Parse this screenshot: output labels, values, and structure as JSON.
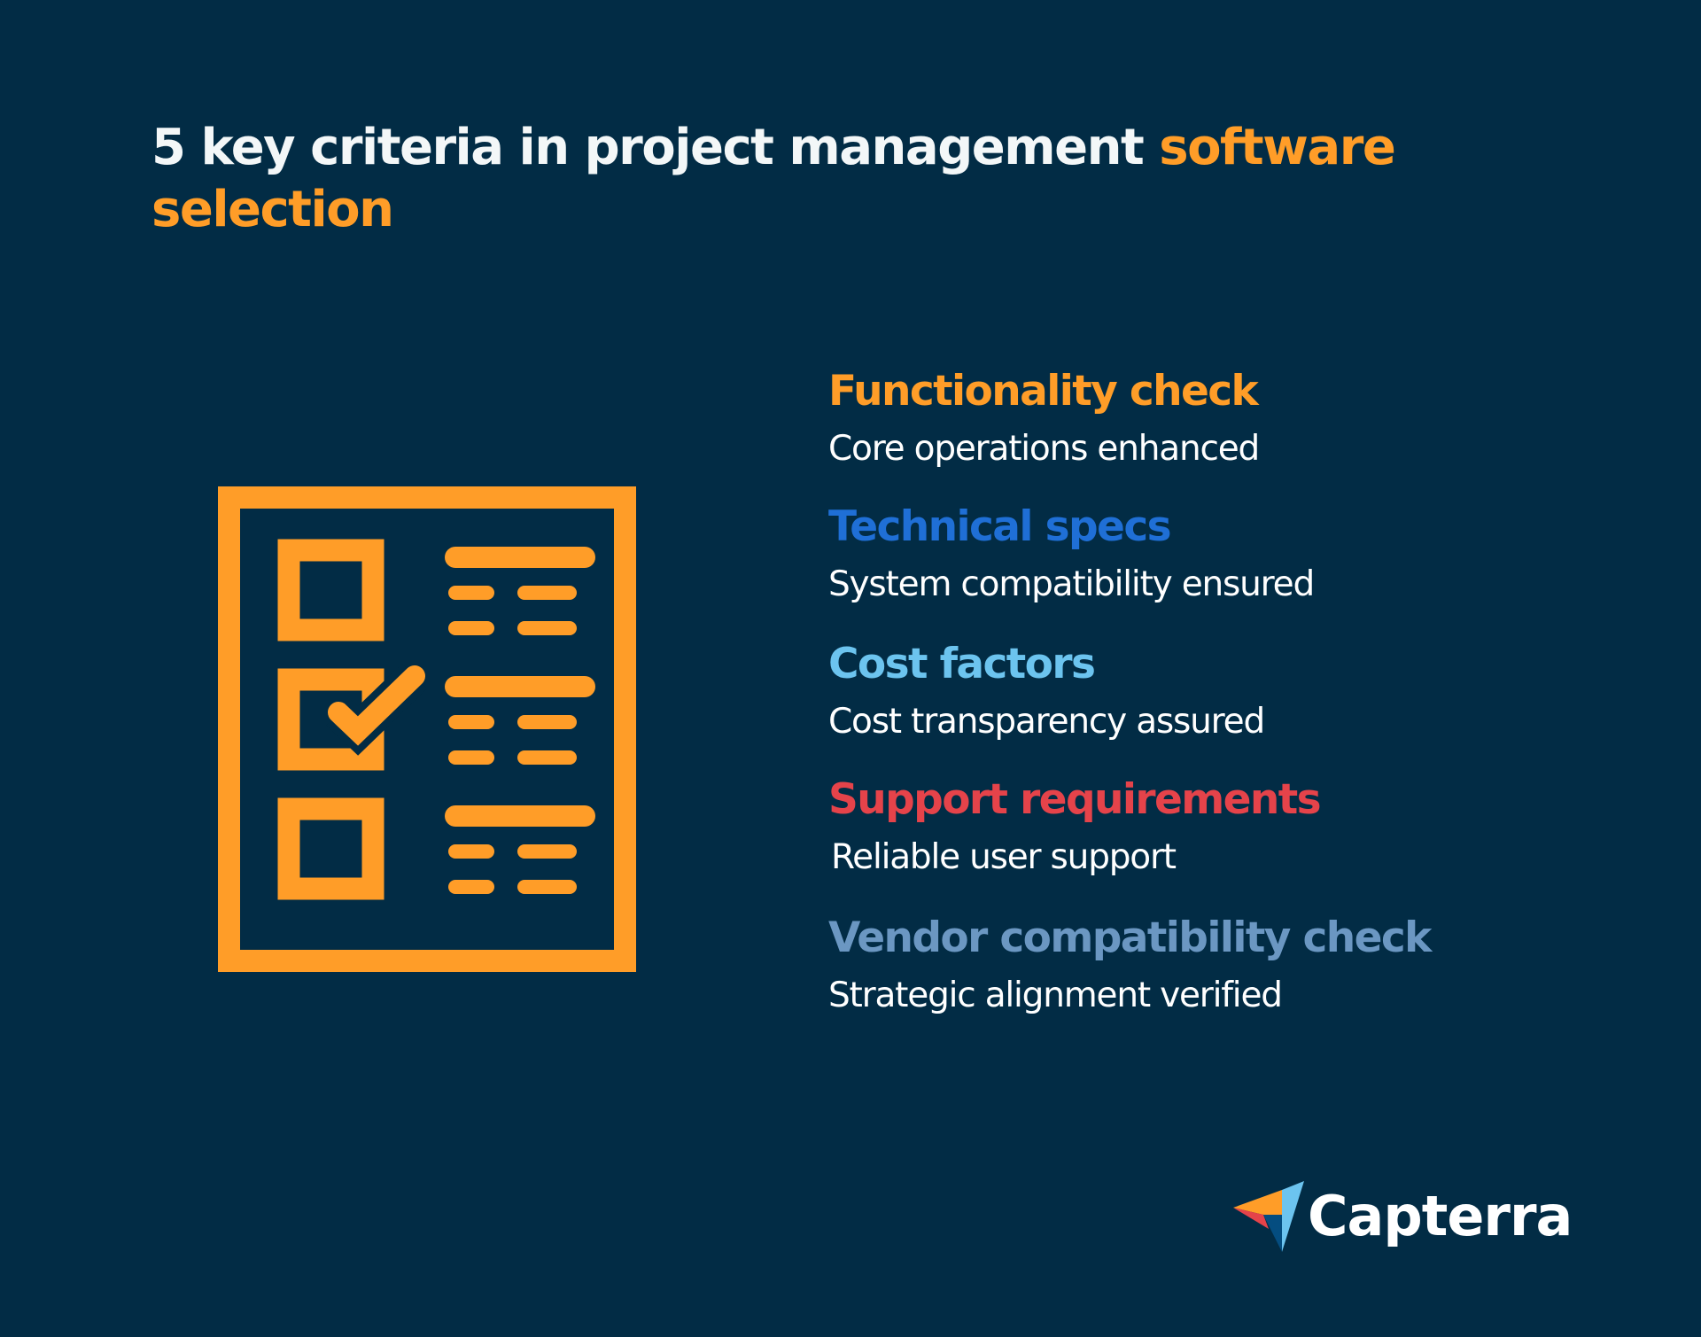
{
  "title": {
    "text_main": "5 key criteria in project management ",
    "text_accent_1": "software",
    "text_accent_2": "selection",
    "main_color": "#f3f7f8",
    "accent_color": "#ff9d28"
  },
  "icon": {
    "name": "checklist-icon",
    "color": "#ff9d28",
    "rows": [
      {
        "checked": false
      },
      {
        "checked": true
      },
      {
        "checked": false
      }
    ]
  },
  "criteria": [
    {
      "heading": "Functionality check",
      "description": "Core operations enhanced",
      "color": "#ff9d28"
    },
    {
      "heading": "Technical specs",
      "description": "System compatibility ensured",
      "color": "#1f6fd6"
    },
    {
      "heading": "Cost factors",
      "description": "Cost transparency assured",
      "color": "#6cc4ef"
    },
    {
      "heading": "Support requirements",
      "description": "Reliable user support",
      "color": "#e5434a"
    },
    {
      "heading": "Vendor compatibility check",
      "description": "Strategic alignment verified",
      "color": "#6b97c2"
    }
  ],
  "logo": {
    "text": "Capterra",
    "icon": "capterra-arrow-icon",
    "colors": {
      "orange": "#ff9d28",
      "red": "#e5434a",
      "dark_blue": "#044d80",
      "light_blue": "#6cc4ef"
    }
  },
  "background_color": "#022c45"
}
